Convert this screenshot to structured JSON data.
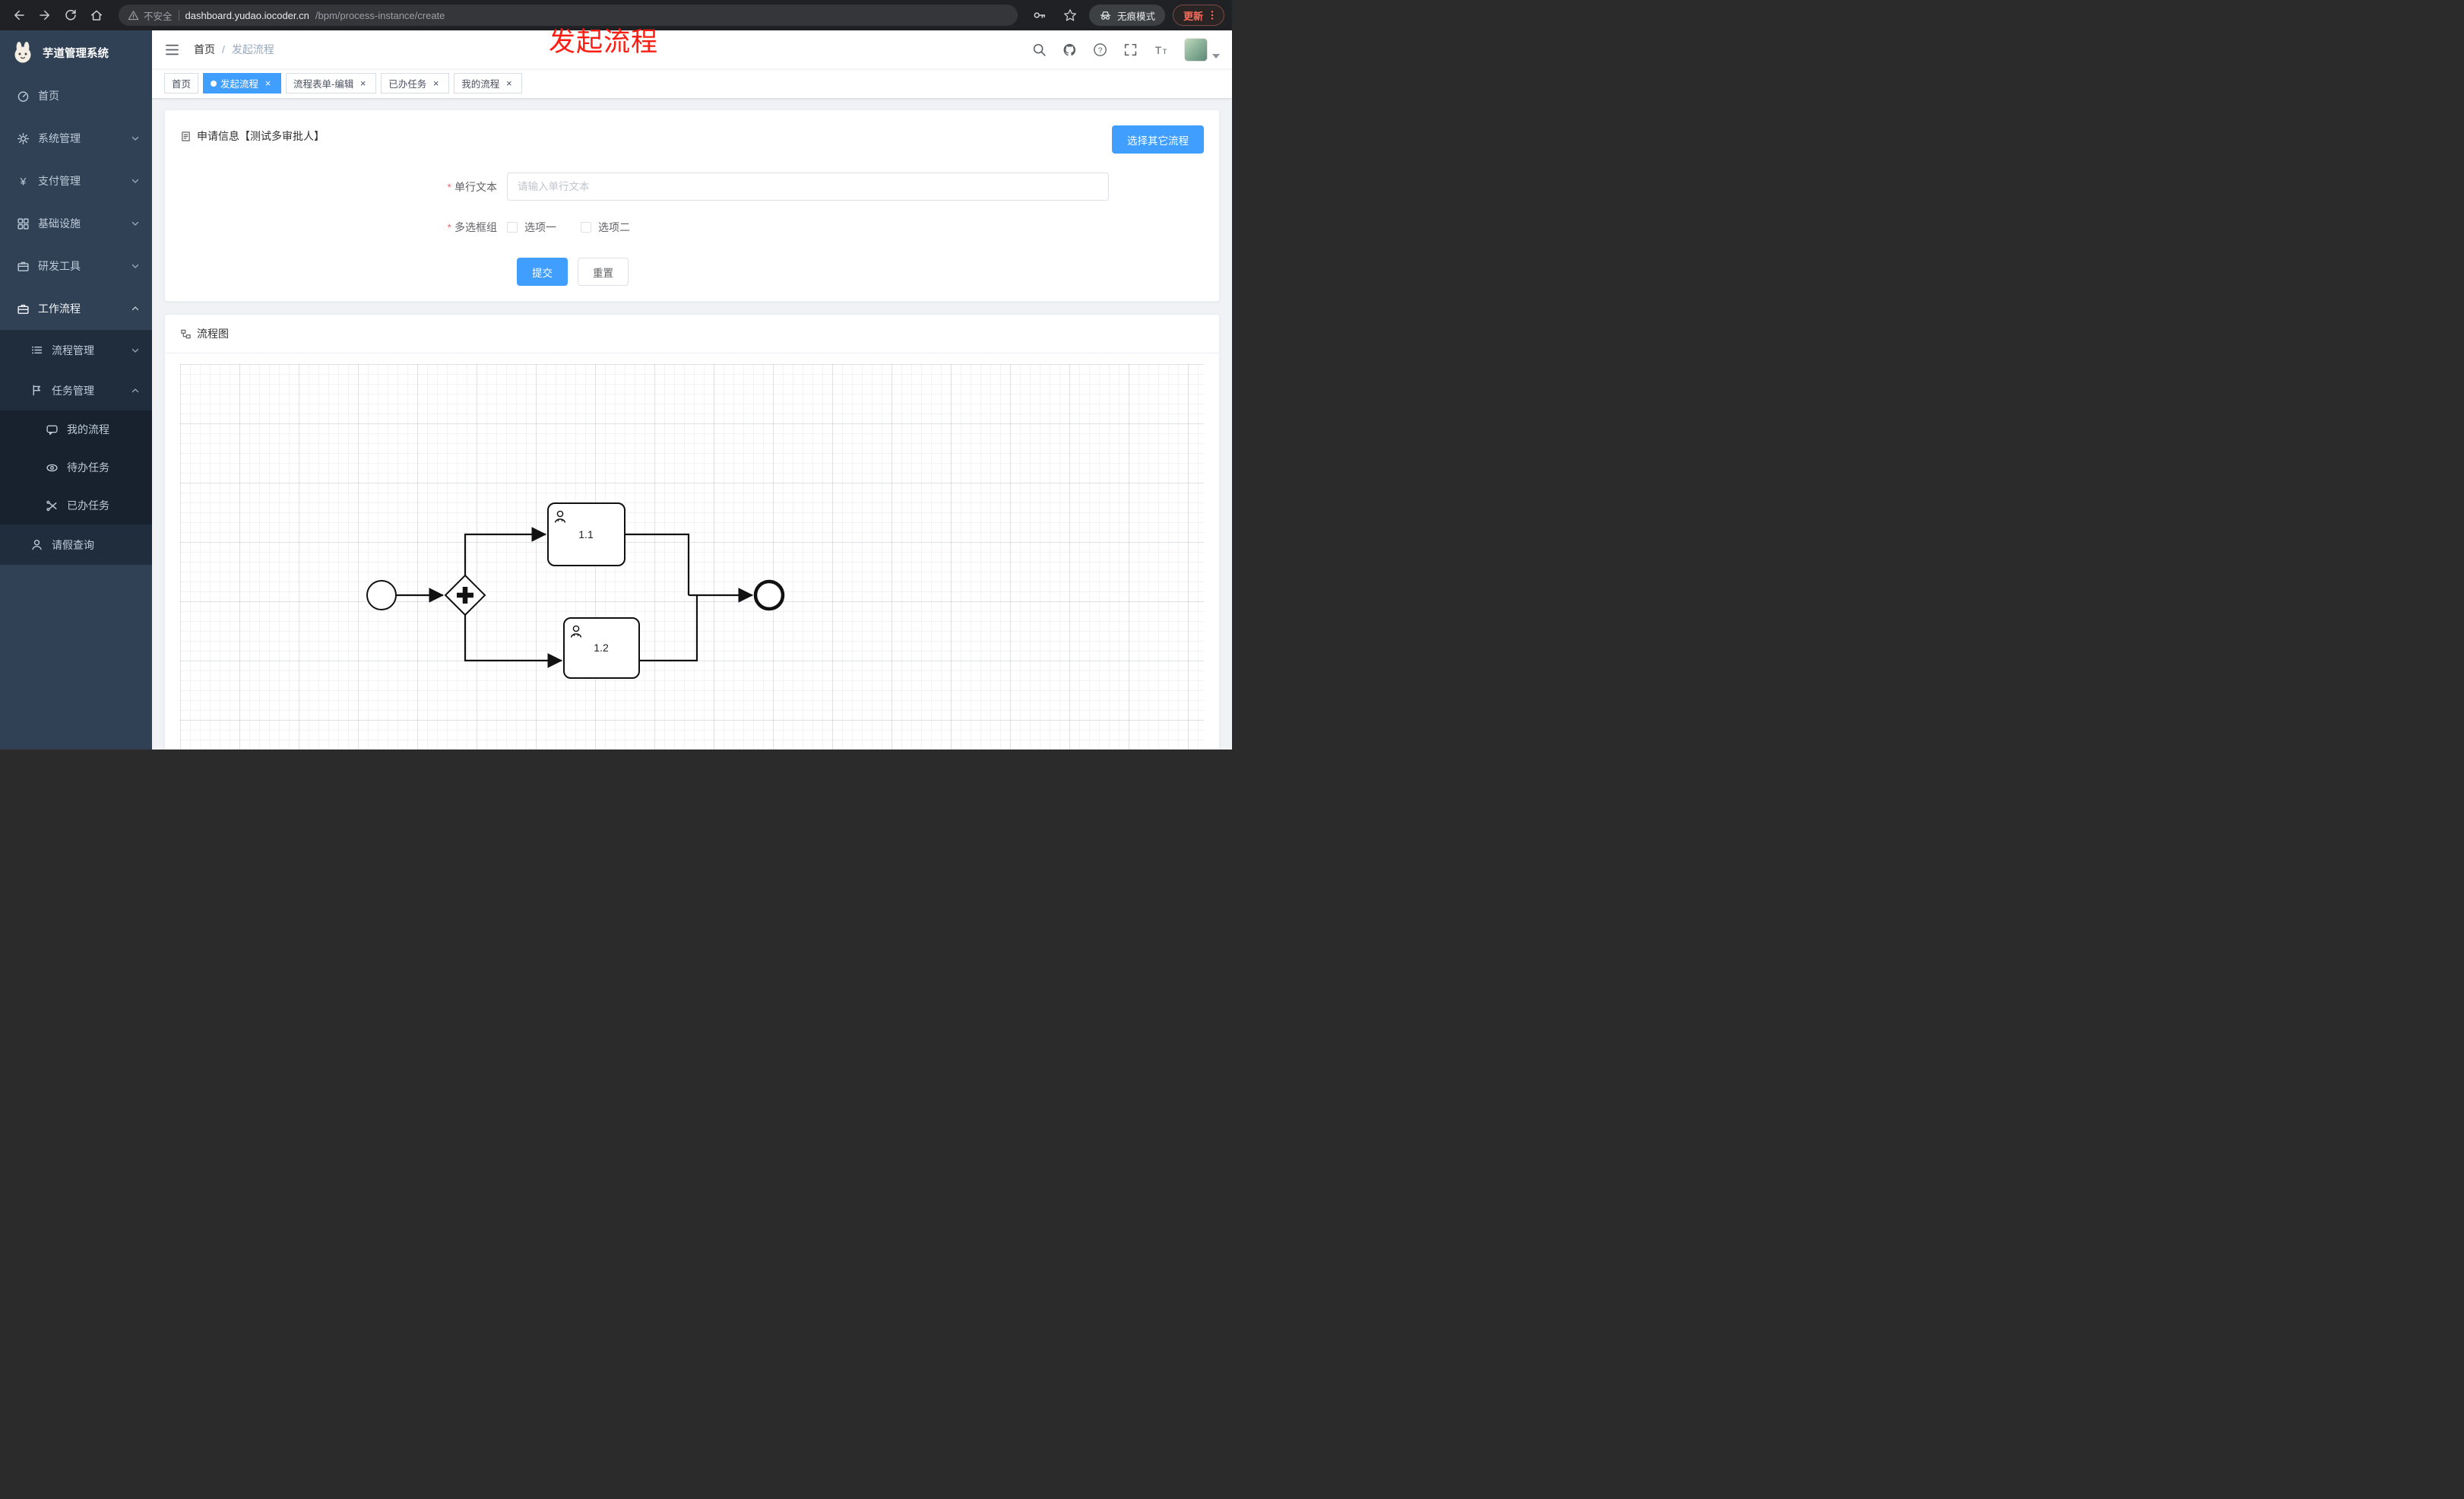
{
  "ui": {
    "close_glyph": "×",
    "required_mark": "*",
    "breadcrumb_separator": "/"
  },
  "browser": {
    "security_label": "不安全",
    "url_host": "dashboard.yudao.iocoder.cn",
    "url_path": "/bpm/process-instance/create",
    "incognito_label": "无痕模式",
    "update_label": "更新"
  },
  "annotation": {
    "text": "发起流程",
    "color": "#fb1e12"
  },
  "header": {
    "breadcrumb_root": "首页",
    "breadcrumb_current": "发起流程"
  },
  "sidebar": {
    "title": "芋道管理系统",
    "items": [
      {
        "label": "首页",
        "icon": "dashboard-icon"
      },
      {
        "label": "系统管理",
        "icon": "gear-icon",
        "chevron": "down"
      },
      {
        "label": "支付管理",
        "icon": "yen-icon",
        "chevron": "down"
      },
      {
        "label": "基础设施",
        "icon": "infrastructure-icon",
        "chevron": "down"
      },
      {
        "label": "研发工具",
        "icon": "toolbox-icon",
        "chevron": "down"
      },
      {
        "label": "工作流程",
        "icon": "briefcase-icon",
        "chevron": "up",
        "expanded": true
      }
    ],
    "submenu": {
      "process_mgmt": "流程管理",
      "task_mgmt": "任务管理",
      "my_process": "我的流程",
      "todo_task": "待办任务",
      "done_task": "已办任务",
      "leave_query": "请假查询"
    }
  },
  "tabs": [
    {
      "label": "首页",
      "active": false,
      "closable": false
    },
    {
      "label": "发起流程",
      "active": true,
      "closable": true
    },
    {
      "label": "流程表单-编辑",
      "active": false,
      "closable": true
    },
    {
      "label": "已办任务",
      "active": false,
      "closable": true
    },
    {
      "label": "我的流程",
      "active": false,
      "closable": true
    }
  ],
  "form_card": {
    "title": "申请信息【测试多审批人】",
    "select_other_button": "选择其它流程",
    "text_field": {
      "label": "单行文本",
      "required": true,
      "placeholder": "请输入单行文本",
      "value": ""
    },
    "checkbox_group": {
      "label": "多选框组",
      "required": true,
      "option1": "选项一",
      "option2": "选项二",
      "option1_checked": false,
      "option2_checked": false
    },
    "submit_button": "提交",
    "reset_button": "重置"
  },
  "diagram_card": {
    "title": "流程图",
    "type": "bpmn",
    "task1_label": "1.1",
    "task2_label": "1.2",
    "nodes": [
      "start-event",
      "parallel-gateway",
      "user-task-1.1",
      "user-task-1.2",
      "end-event"
    ]
  },
  "icons": {
    "yen_glyph": "¥",
    "help_glyph": "?",
    "font_size_large": "T",
    "font_size_small": "T"
  },
  "colors": {
    "primary": "#409eff",
    "sidebar_bg": "#304156",
    "submenu_bg": "#1f2d3d",
    "danger": "#f56c6c",
    "annotation_red": "#fb1e12"
  }
}
